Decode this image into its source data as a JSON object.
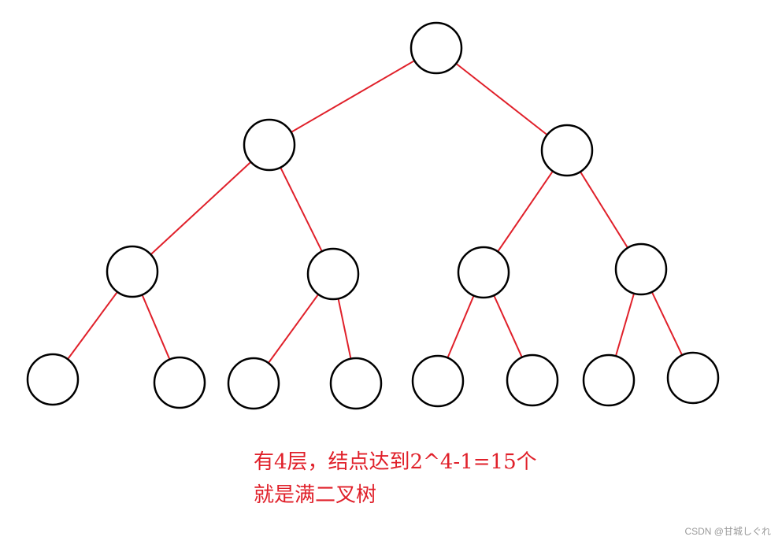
{
  "tree": {
    "levels": 4,
    "node_count": 15,
    "edge_color": "#e0202a",
    "node_border_color": "#000000"
  },
  "annotation": {
    "line1": "有4层，结点达到2^4-1=15个",
    "line2": "就是满二叉树",
    "color": "#e0202a"
  },
  "watermark": "CSDN @甘城しぐれ"
}
